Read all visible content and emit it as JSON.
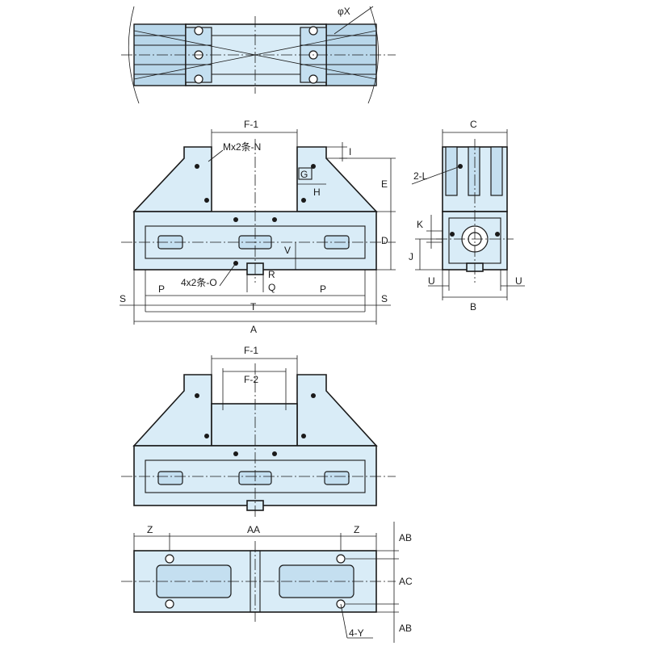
{
  "labels": {
    "phi_x": "φX",
    "f1_top": "F-1",
    "m_n": "Mx2条-N",
    "i": "I",
    "g": "G",
    "h": "H",
    "e": "E",
    "d": "D",
    "v": "V",
    "r": "R",
    "o": "4x2条-O",
    "q": "Q",
    "p_left": "P",
    "p_right": "P",
    "s_left": "S",
    "s_right": "S",
    "t": "T",
    "a": "A",
    "c": "C",
    "l": "2-L",
    "k": "K",
    "j": "J",
    "u_left": "U",
    "u_right": "U",
    "b": "B",
    "f1_bottom": "F-1",
    "f2": "F-2",
    "z_left": "Z",
    "aa": "AA",
    "z_right": "Z",
    "ab_top": "AB",
    "ac": "AC",
    "ab_bottom": "AB",
    "y": "4-Y"
  }
}
